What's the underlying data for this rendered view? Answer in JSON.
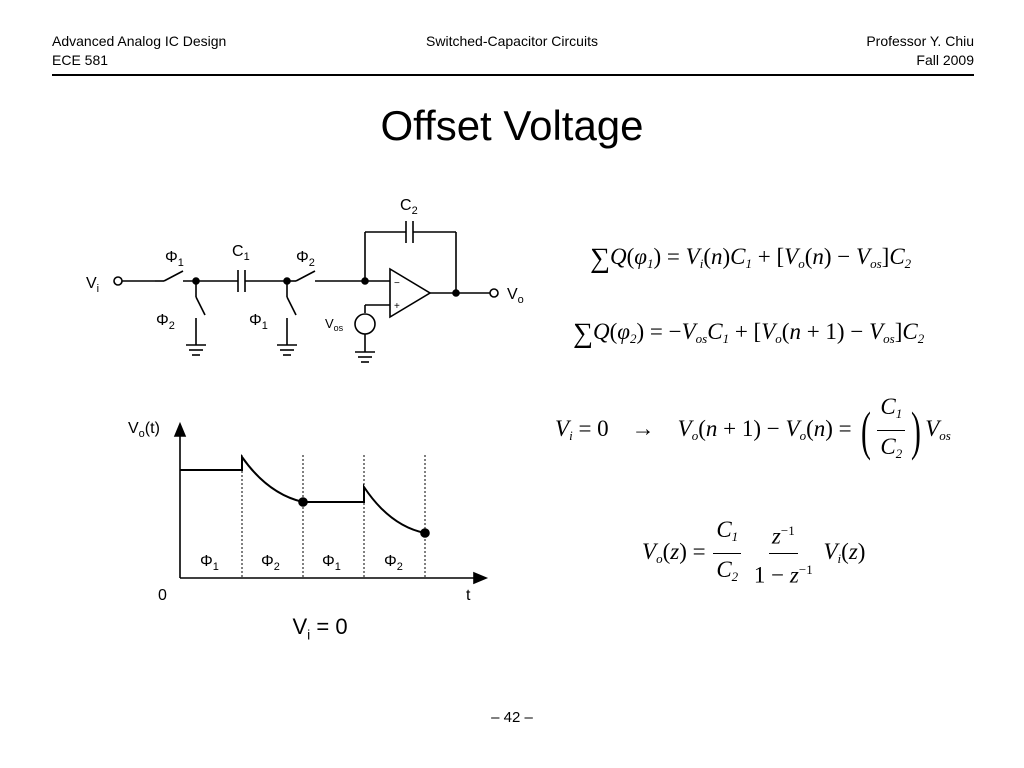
{
  "header": {
    "course_title": "Advanced Analog IC Design",
    "course_code": "ECE 581",
    "topic": "Switched-Capacitor Circuits",
    "professor": "Professor Y. Chiu",
    "term": "Fall 2009"
  },
  "slide": {
    "title": "Offset Voltage",
    "page_number": "– 42 –"
  },
  "schematic": {
    "vi_label": "V",
    "vi_sub": "i",
    "vo_label": "V",
    "vo_sub": "o",
    "c1_label": "C",
    "c1_sub": "1",
    "c2_label": "C",
    "c2_sub": "2",
    "switch_labels": [
      {
        "label": "Φ",
        "sub": "1"
      },
      {
        "label": "Φ",
        "sub": "2"
      },
      {
        "label": "Φ",
        "sub": "2"
      },
      {
        "label": "Φ",
        "sub": "1"
      }
    ],
    "vos_label": "V",
    "vos_sub": "os",
    "minus_sign": "−",
    "plus_sign": "+"
  },
  "waveform": {
    "y_axis_label": "V",
    "y_axis_sub": "o",
    "y_axis_suffix": "(t)",
    "origin_label": "0",
    "x_axis_label": "t",
    "phases": [
      {
        "label": "Φ",
        "sub": "1"
      },
      {
        "label": "Φ",
        "sub": "2"
      },
      {
        "label": "Φ",
        "sub": "1"
      },
      {
        "label": "Φ",
        "sub": "2"
      }
    ],
    "condition_label": "V",
    "condition_sub": "i",
    "condition_suffix": " = 0"
  },
  "equations": {
    "eq1": "∑Q(φ1) = Vi(n)C1 + [Vo(n) − Vos]C2",
    "eq2": "∑Q(φ2) = −VosC1 + [Vo(n+1) − Vos]C2",
    "eq3": "Vi = 0 → Vo(n+1) − Vo(n) = (C1/C2)Vos",
    "eq4": "Vo(z) = (C1/C2) · z^−1/(1 − z^−1) · Vi(z)"
  }
}
